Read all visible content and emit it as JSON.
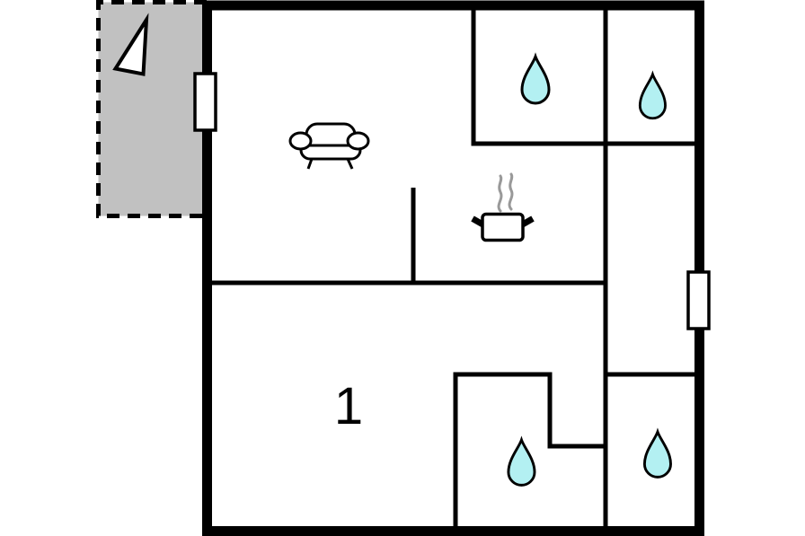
{
  "floorplan": {
    "bedroom_label": "1",
    "colors": {
      "wall": "#000000",
      "terrace_fill": "#c1c1c1",
      "water_drop_fill": "#b3f0f2",
      "steam": "#999999",
      "icon_fill": "#ffffff",
      "background": "#ffffff"
    },
    "icons": {
      "north_arrow": "north-arrow",
      "window": "window-marker",
      "sofa": "sofa",
      "cooking_pot": "cooking-pot-with-steam",
      "water_drop": "water-drop"
    },
    "counts": {
      "water_drops": 4,
      "windows": 2
    }
  }
}
